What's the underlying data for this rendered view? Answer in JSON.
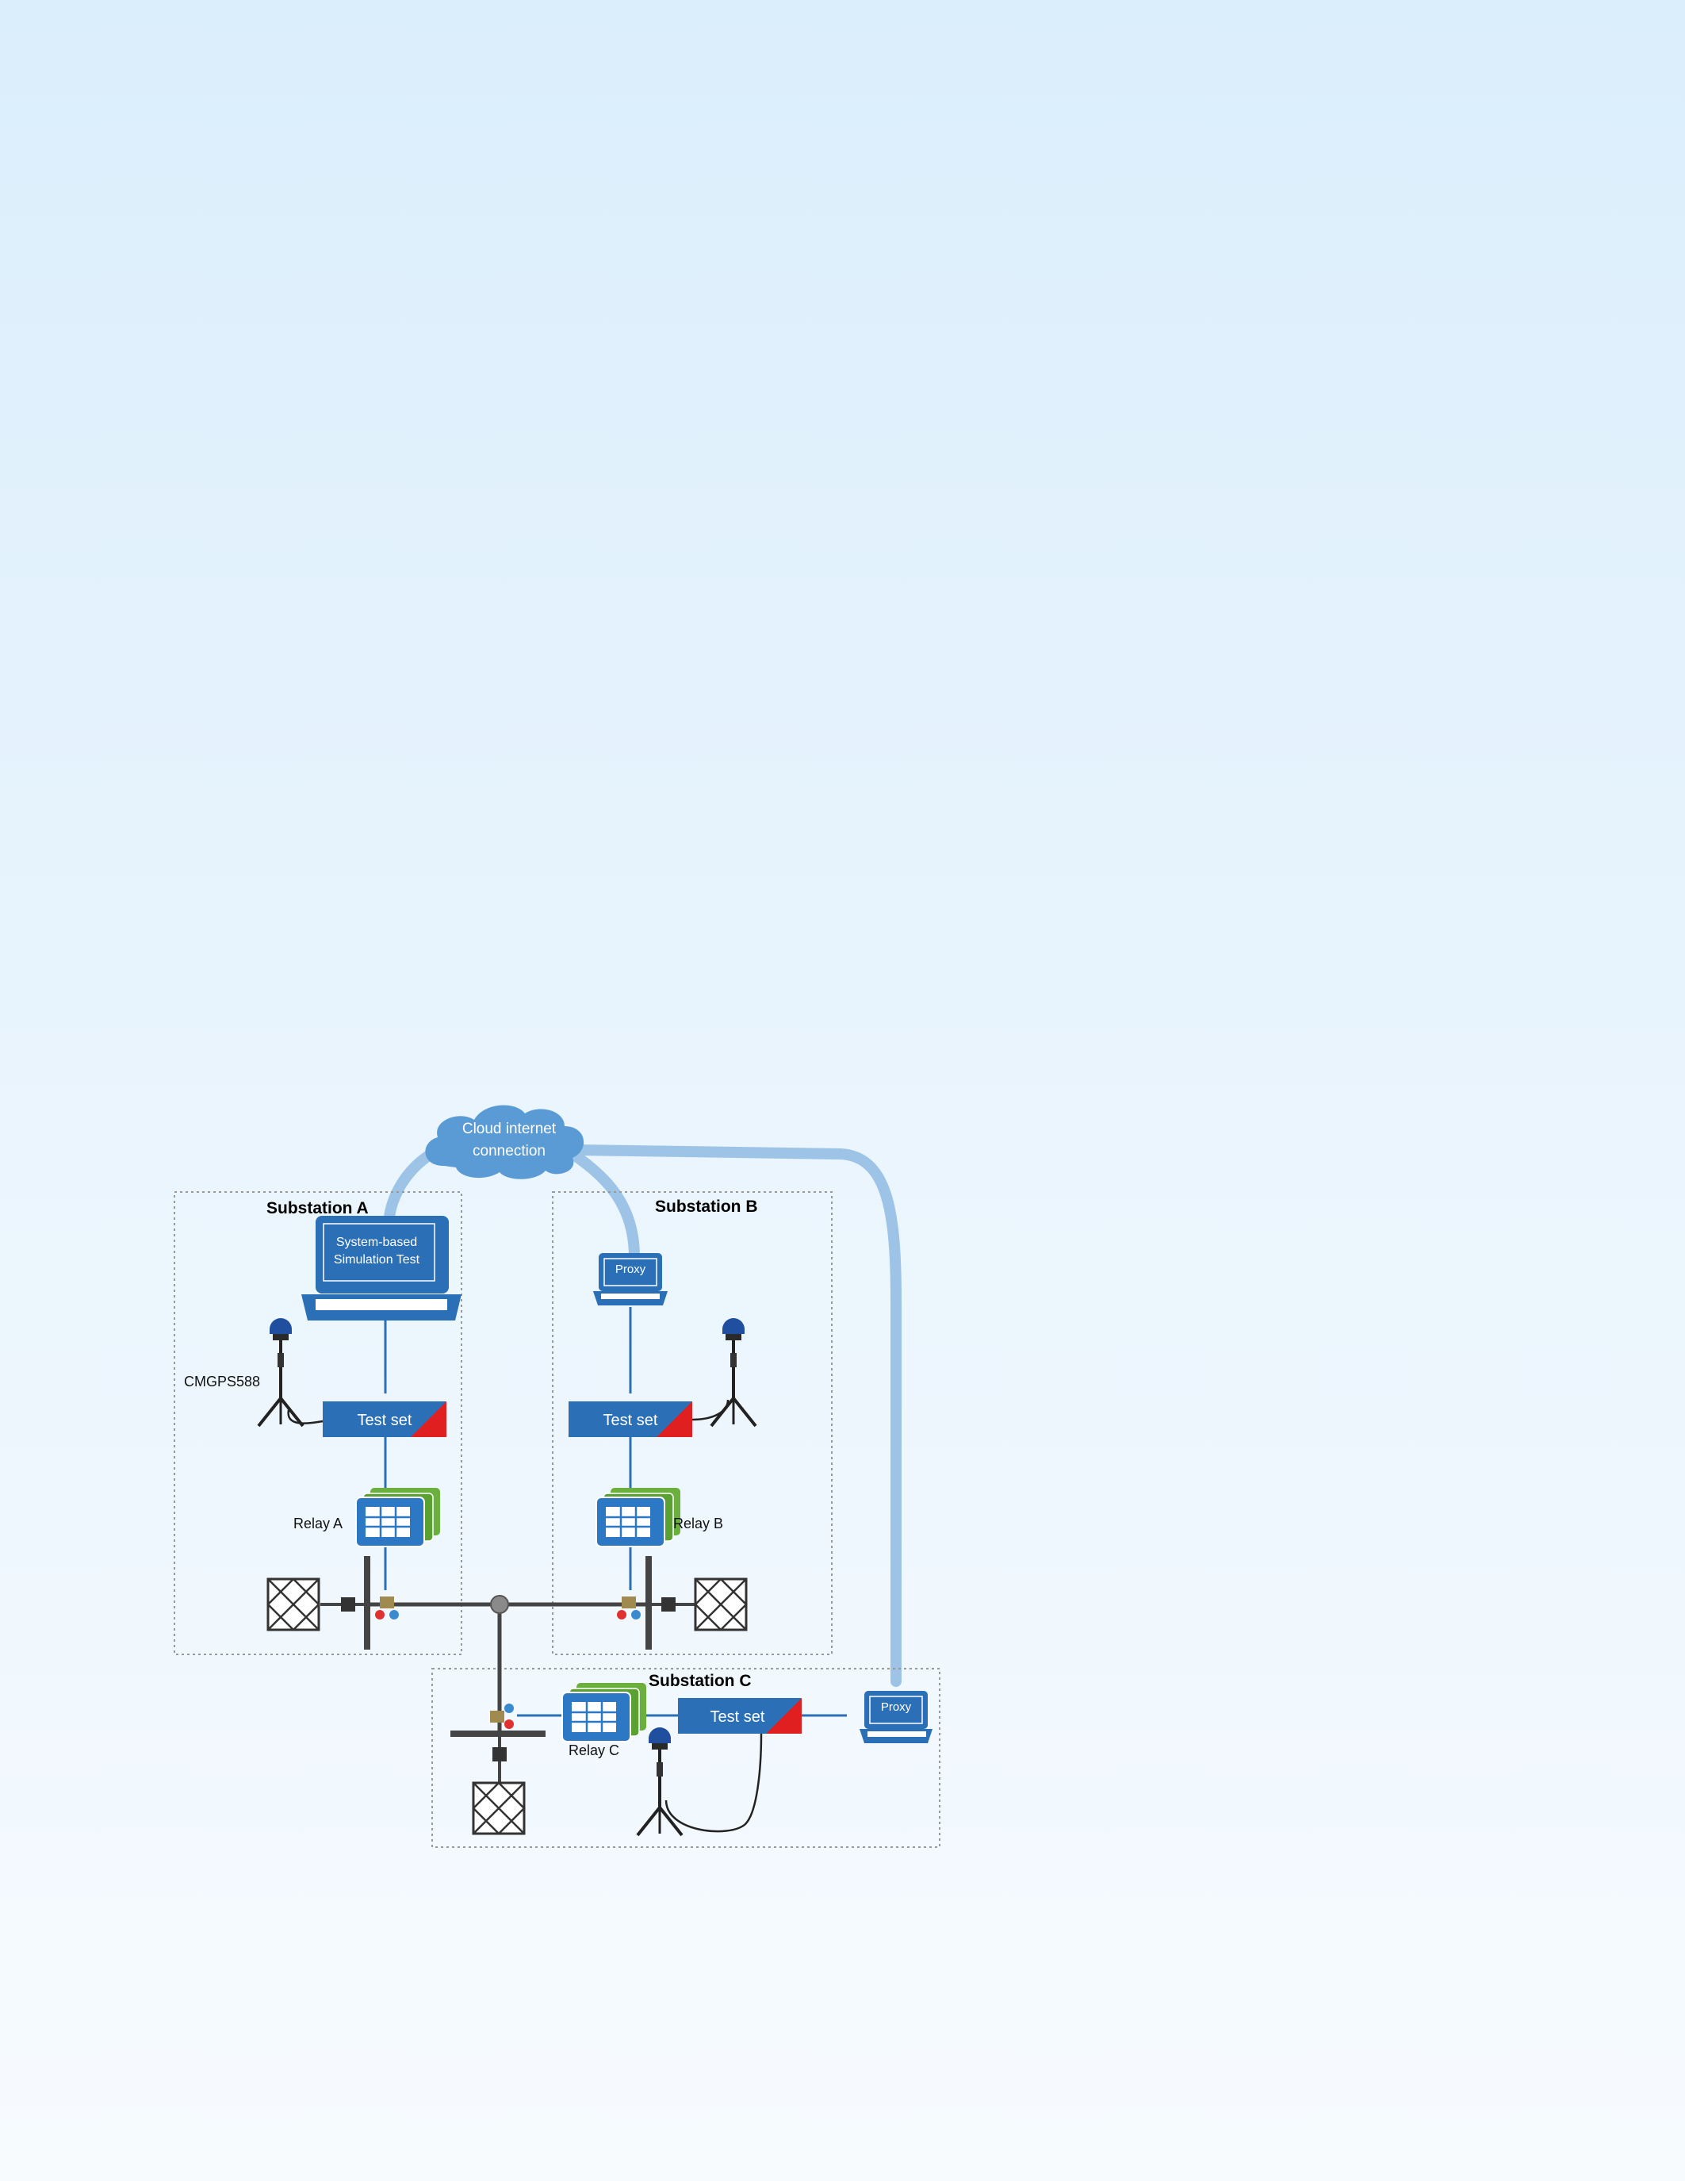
{
  "cloud": {
    "line1": "Cloud internet",
    "line2": "connection"
  },
  "substations": {
    "a": {
      "title": "Substation A"
    },
    "b": {
      "title": "Substation B"
    },
    "c": {
      "title": "Substation C"
    }
  },
  "laptop_a": {
    "line1": "System-based",
    "line2": "Simulation Test"
  },
  "proxy_b": {
    "label": "Proxy"
  },
  "proxy_c": {
    "label": "Proxy"
  },
  "gps_label": "CMGPS588",
  "testsets": {
    "a": "Test set",
    "b": "Test set",
    "c": "Test set"
  },
  "relays": {
    "a": "Relay A",
    "b": "Relay B",
    "c": "Relay C"
  },
  "colors": {
    "device_blue": "#2b6fb6",
    "link_light_blue": "#9dc3e6",
    "corner_red": "#e02020",
    "relay_green": "#70b040",
    "bus_gray": "#444444"
  }
}
